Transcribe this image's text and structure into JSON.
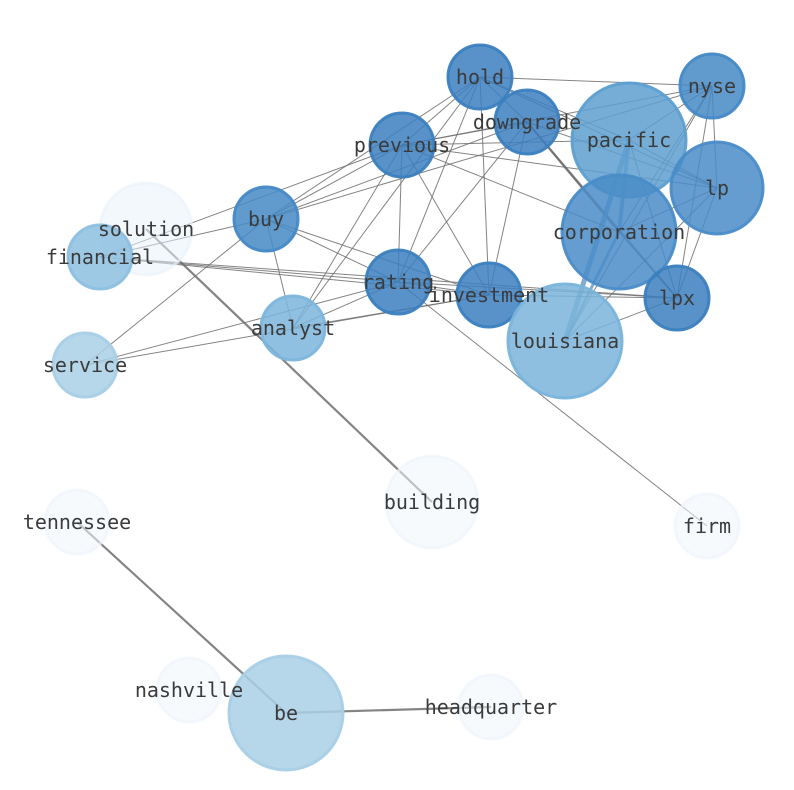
{
  "graph": {
    "nodes": [
      {
        "id": "hold",
        "label": "hold",
        "color": "#3b7fbf"
      },
      {
        "id": "nyse",
        "label": "nyse",
        "color": "#4589c6"
      },
      {
        "id": "downgrade",
        "label": "downgrade",
        "color": "#3b7fbf"
      },
      {
        "id": "pacific",
        "label": "pacific",
        "color": "#5d9fd0"
      },
      {
        "id": "previous",
        "label": "previous",
        "color": "#3b7fbf"
      },
      {
        "id": "lp",
        "label": "lp",
        "color": "#4a8cc8"
      },
      {
        "id": "corporation",
        "label": "corporation",
        "color": "#4a8cc8"
      },
      {
        "id": "buy",
        "label": "buy",
        "color": "#4589c6"
      },
      {
        "id": "solution",
        "label": "solution",
        "color": "#eaf3fb"
      },
      {
        "id": "financial",
        "label": "financial",
        "color": "#8dbfe0"
      },
      {
        "id": "rating",
        "label": "rating",
        "color": "#3b7fbf"
      },
      {
        "id": "investment",
        "label": "investment",
        "color": "#3b7fbf"
      },
      {
        "id": "lpx",
        "label": "lpx",
        "color": "#3b7fbf"
      },
      {
        "id": "analyst",
        "label": "analyst",
        "color": "#7db5dc"
      },
      {
        "id": "louisiana",
        "label": "louisiana",
        "color": "#7ab4db"
      },
      {
        "id": "service",
        "label": "service",
        "color": "#a9cfe6"
      },
      {
        "id": "building",
        "label": "building",
        "color": "#eef5fc"
      },
      {
        "id": "firm",
        "label": "firm",
        "color": "#eef5fc"
      },
      {
        "id": "tennessee",
        "label": "tennessee",
        "color": "#eef5fc"
      },
      {
        "id": "nashville",
        "label": "nashville",
        "color": "#eef5fc"
      },
      {
        "id": "be",
        "label": "be",
        "color": "#a9cfe6"
      },
      {
        "id": "headquarter",
        "label": "headquarter",
        "color": "#eef5fc"
      }
    ],
    "edges": [
      [
        "hold",
        "nyse"
      ],
      [
        "hold",
        "downgrade"
      ],
      [
        "hold",
        "previous"
      ],
      [
        "hold",
        "buy"
      ],
      [
        "hold",
        "rating"
      ],
      [
        "hold",
        "investment"
      ],
      [
        "hold",
        "analyst"
      ],
      [
        "hold",
        "lp"
      ],
      [
        "hold",
        "pacific"
      ],
      [
        "nyse",
        "previous"
      ],
      [
        "nyse",
        "lp"
      ],
      [
        "nyse",
        "lpx"
      ],
      [
        "nyse",
        "corporation"
      ],
      [
        "nyse",
        "louisiana"
      ],
      [
        "nyse",
        "pacific"
      ],
      [
        "nyse",
        "buy"
      ],
      [
        "downgrade",
        "previous"
      ],
      [
        "downgrade",
        "lp"
      ],
      [
        "downgrade",
        "corporation"
      ],
      [
        "downgrade",
        "lpx"
      ],
      [
        "downgrade",
        "rating"
      ],
      [
        "downgrade",
        "investment"
      ],
      [
        "downgrade",
        "buy"
      ],
      [
        "pacific",
        "previous"
      ],
      [
        "pacific",
        "corporation"
      ],
      [
        "pacific",
        "louisiana"
      ],
      [
        "pacific",
        "lp"
      ],
      [
        "pacific",
        "lpx"
      ],
      [
        "previous",
        "buy"
      ],
      [
        "previous",
        "financial"
      ],
      [
        "previous",
        "rating"
      ],
      [
        "previous",
        "investment"
      ],
      [
        "previous",
        "analyst"
      ],
      [
        "previous",
        "corporation"
      ],
      [
        "previous",
        "lp"
      ],
      [
        "lp",
        "corporation"
      ],
      [
        "lp",
        "louisiana"
      ],
      [
        "lp",
        "lpx"
      ],
      [
        "corporation",
        "louisiana"
      ],
      [
        "corporation",
        "lpx"
      ],
      [
        "buy",
        "financial"
      ],
      [
        "buy",
        "rating"
      ],
      [
        "buy",
        "investment"
      ],
      [
        "buy",
        "analyst"
      ],
      [
        "buy",
        "service"
      ],
      [
        "solution",
        "building"
      ],
      [
        "financial",
        "rating"
      ],
      [
        "financial",
        "investment"
      ],
      [
        "financial",
        "lpx"
      ],
      [
        "rating",
        "investment"
      ],
      [
        "rating",
        "analyst"
      ],
      [
        "rating",
        "firm"
      ],
      [
        "rating",
        "service"
      ],
      [
        "rating",
        "lpx"
      ],
      [
        "investment",
        "lpx"
      ],
      [
        "investment",
        "service"
      ],
      [
        "investment",
        "analyst"
      ],
      [
        "lpx",
        "louisiana"
      ],
      [
        "tennessee",
        "be"
      ],
      [
        "be",
        "headquarter"
      ]
    ]
  }
}
